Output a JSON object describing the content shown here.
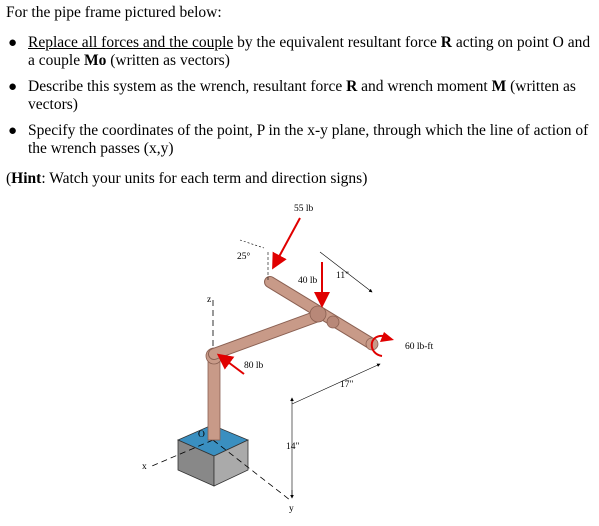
{
  "intro": "For the pipe frame pictured below:",
  "tasks": [
    {
      "underlined": "Replace all forces and the couple",
      "pre_R": " by the equivalent resultant force ",
      "R": "R",
      "post_R": " acting on point O and a couple ",
      "Mo": "Mo",
      "post_Mo": " (written as vectors)"
    },
    {
      "pre_R": "Describe this system as the wrench, resultant force ",
      "R": "R",
      "mid": " and wrench moment ",
      "M": "M",
      "post": " (written as vectors)"
    },
    {
      "text": "Specify the coordinates of the point, P in the x-y plane, through which the line of action of the wrench passes (x,y)"
    }
  ],
  "hint": {
    "open": "(",
    "bold": "Hint",
    "rest": ": Watch your units for each term and direction signs)"
  },
  "figure": {
    "labels": {
      "force_55": "55 lb",
      "angle": "25°",
      "force_40": "40 lb",
      "dim_11": "11\"",
      "force_80": "80 lb",
      "moment_60": "60 lb-ft",
      "dim_17": "17\"",
      "dim_14": "14\"",
      "axis_z": "z",
      "axis_x": "x",
      "axis_y": "y",
      "point_o": "O"
    },
    "colors": {
      "pipe": "#c89a88",
      "pipe_dark": "#8a6052",
      "force": "#e00000",
      "base": "#3a8fc0"
    }
  }
}
